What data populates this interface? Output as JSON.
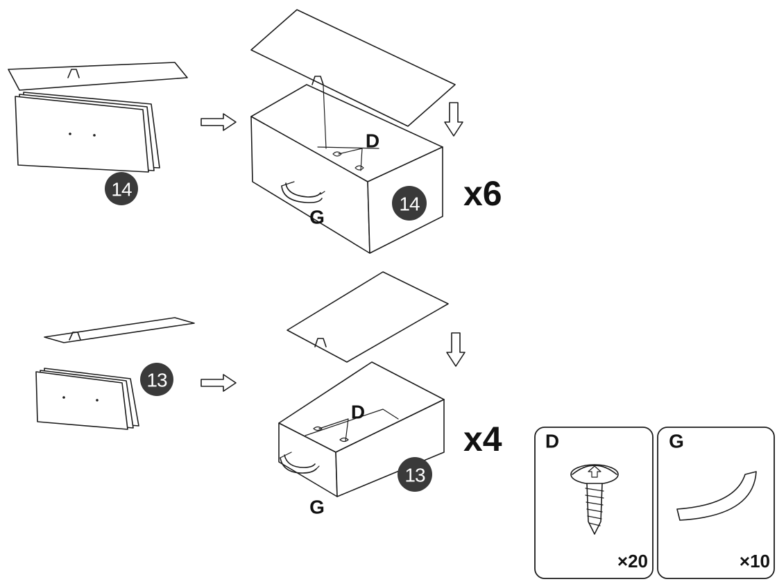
{
  "steps": [
    {
      "panel_badge": "14",
      "box_badge": "14",
      "screw_letter": "D",
      "handle_letter": "G",
      "multiplier": "x6"
    },
    {
      "panel_badge": "13",
      "box_badge": "13",
      "screw_letter": "D",
      "handle_letter": "G",
      "multiplier": "x4"
    }
  ],
  "parts": [
    {
      "letter": "D",
      "count": "×20",
      "icon": "screw-icon"
    },
    {
      "letter": "G",
      "count": "×10",
      "icon": "handle-icon"
    }
  ]
}
